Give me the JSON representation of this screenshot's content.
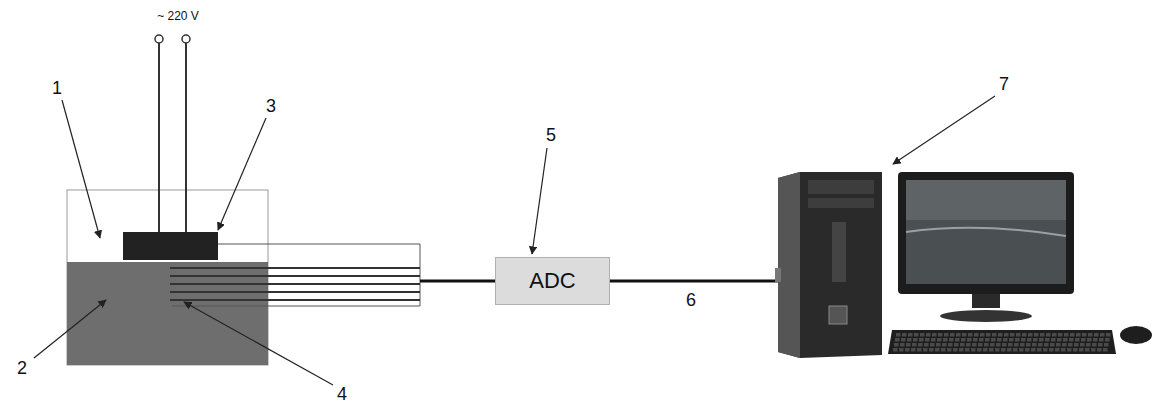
{
  "diagram": {
    "nodes": [
      {
        "text": [
          "ADC"
        ]
      }
    ],
    "labels": [
      "~ 220 V",
      "1",
      "2",
      "3",
      "4",
      "5",
      "6",
      "7"
    ]
  }
}
